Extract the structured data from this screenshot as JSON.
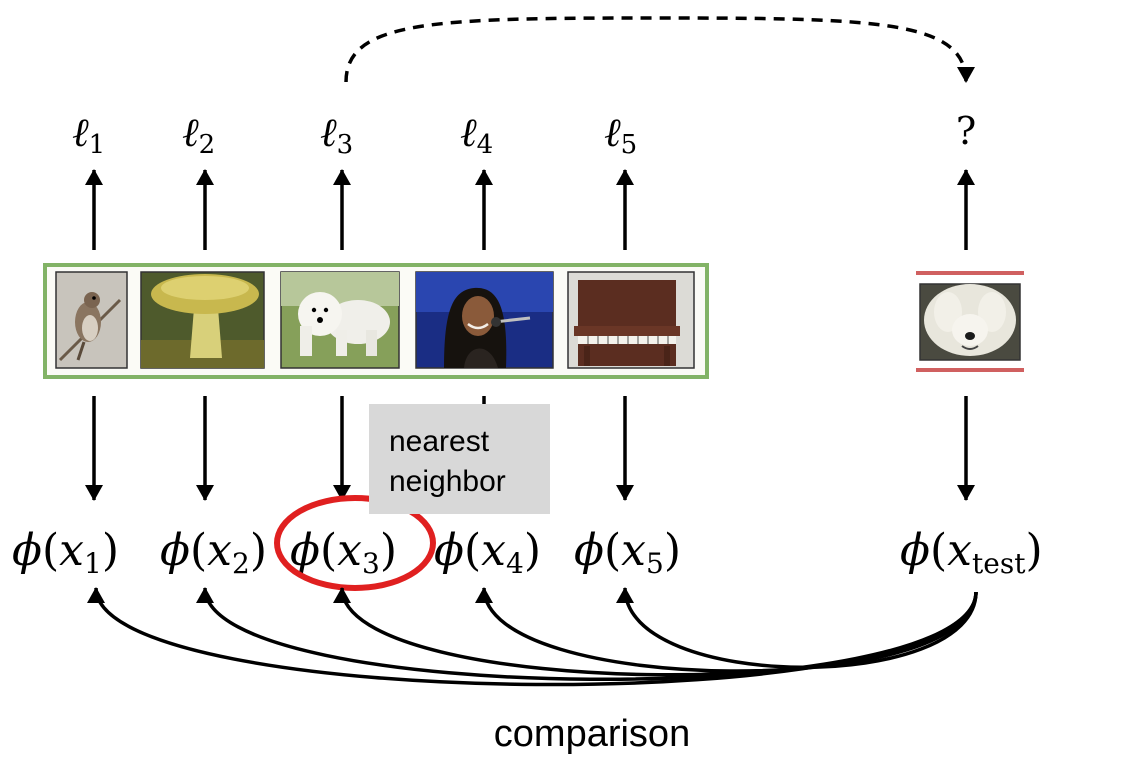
{
  "labels": [
    {
      "base": "ℓ",
      "sub": "1"
    },
    {
      "base": "ℓ",
      "sub": "2"
    },
    {
      "base": "ℓ",
      "sub": "3"
    },
    {
      "base": "ℓ",
      "sub": "4"
    },
    {
      "base": "ℓ",
      "sub": "5"
    }
  ],
  "query_label": "?",
  "features": [
    {
      "phi": "ϕ",
      "lp": "(",
      "var": "x",
      "sub": "1",
      "rp": ")"
    },
    {
      "phi": "ϕ",
      "lp": "(",
      "var": "x",
      "sub": "2",
      "rp": ")"
    },
    {
      "phi": "ϕ",
      "lp": "(",
      "var": "x",
      "sub": "3",
      "rp": ")"
    },
    {
      "phi": "ϕ",
      "lp": "(",
      "var": "x",
      "sub": "4",
      "rp": ")"
    },
    {
      "phi": "ϕ",
      "lp": "(",
      "var": "x",
      "sub": "5",
      "rp": ")"
    }
  ],
  "test_feature": {
    "phi": "ϕ",
    "lp": "(",
    "var": "x",
    "sub": "test",
    "rp": ")"
  },
  "support_images": [
    "bird",
    "mushroom",
    "white-dog",
    "singer",
    "piano"
  ],
  "query_image": "fluffy-dog",
  "callout": {
    "line1": "nearest",
    "line2": "neighbor"
  },
  "comparison_label": "comparison",
  "colors": {
    "support_border": "#82b366",
    "query_border": "#d06060",
    "highlight": "#e02020",
    "callout_bg": "#d8d8d8"
  }
}
